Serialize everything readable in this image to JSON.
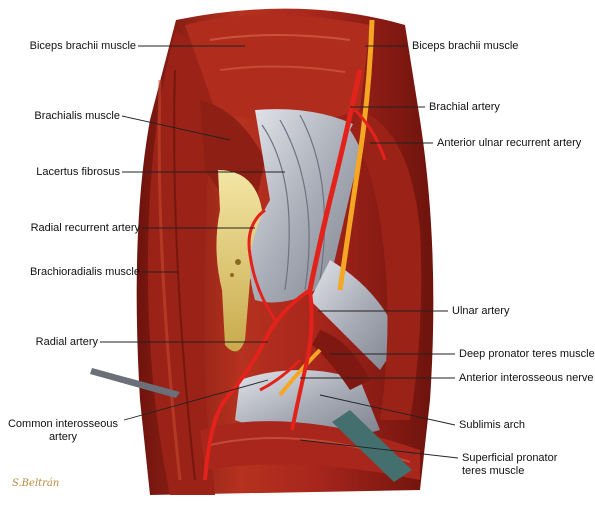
{
  "labels": {
    "biceps_left": "Biceps brachii muscle",
    "biceps_right": "Biceps brachii muscle",
    "brachialis": "Brachialis muscle",
    "brachial_artery": "Brachial artery",
    "anterior_ulnar_recurrent": "Anterior ulnar recurrent artery",
    "lacertus_fibrosus": "Lacertus fibrosus",
    "radial_recurrent": "Radial recurrent artery",
    "brachioradialis": "Brachioradialis muscle",
    "ulnar_artery": "Ulnar artery",
    "radial_artery": "Radial artery",
    "deep_pronator": "Deep pronator teres muscle",
    "anterior_interosseous": "Anterior interosseous nerve",
    "common_interosseous_1": "Common interosseous",
    "common_interosseous_2": "artery",
    "sublimis_arch": "Sublimis arch",
    "superficial_pronator_1": "Superficial pronator",
    "superficial_pronator_2": "teres muscle"
  },
  "signature": "S.Beltrán",
  "colors": {
    "muscle": "#a8261c",
    "muscle_dark": "#6e130d",
    "tendon": "#b9bcc4",
    "artery": "#e3231b",
    "nerve": "#f5a623",
    "bone": "#e8d27a",
    "leader": "#222222"
  }
}
